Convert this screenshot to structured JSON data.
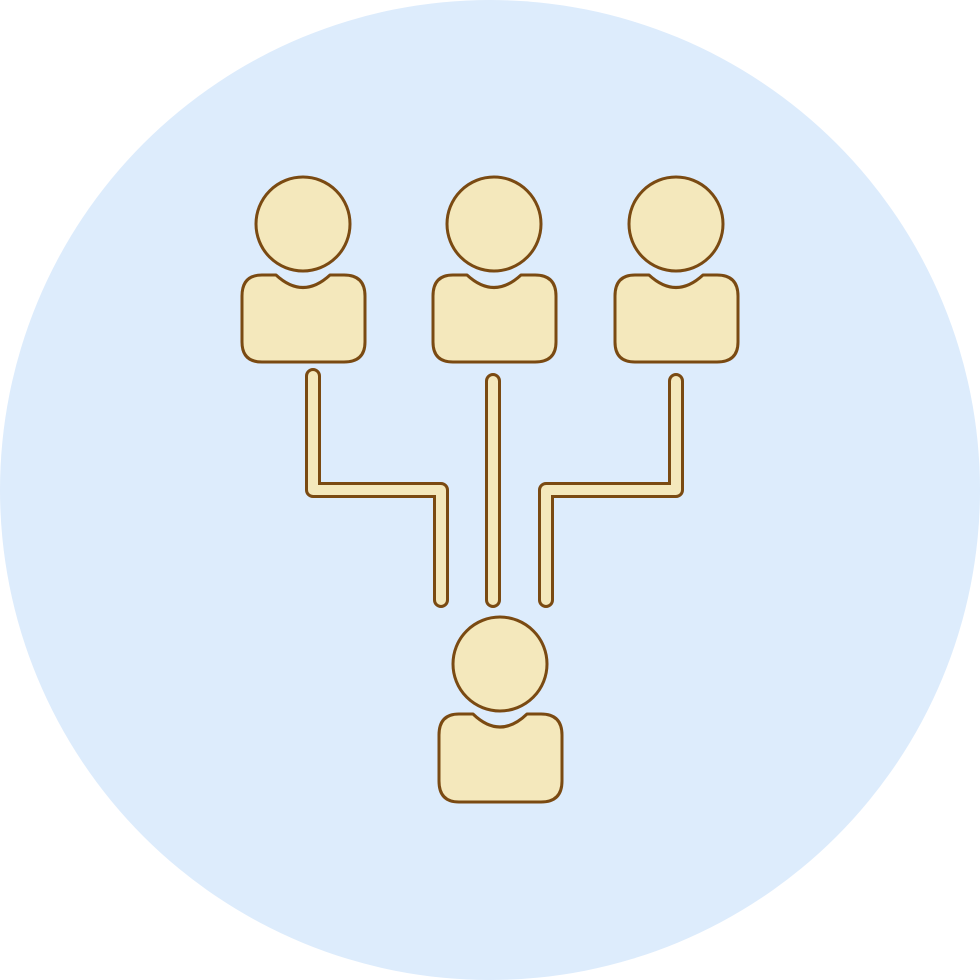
{
  "icon": {
    "name": "organization-hierarchy-icon",
    "people": [
      "person-top-left",
      "person-top-center",
      "person-top-right",
      "person-bottom"
    ],
    "colors": {
      "background_circle": "#ddecfc",
      "fill": "#f4e8bc",
      "stroke": "#7a4a12"
    }
  }
}
